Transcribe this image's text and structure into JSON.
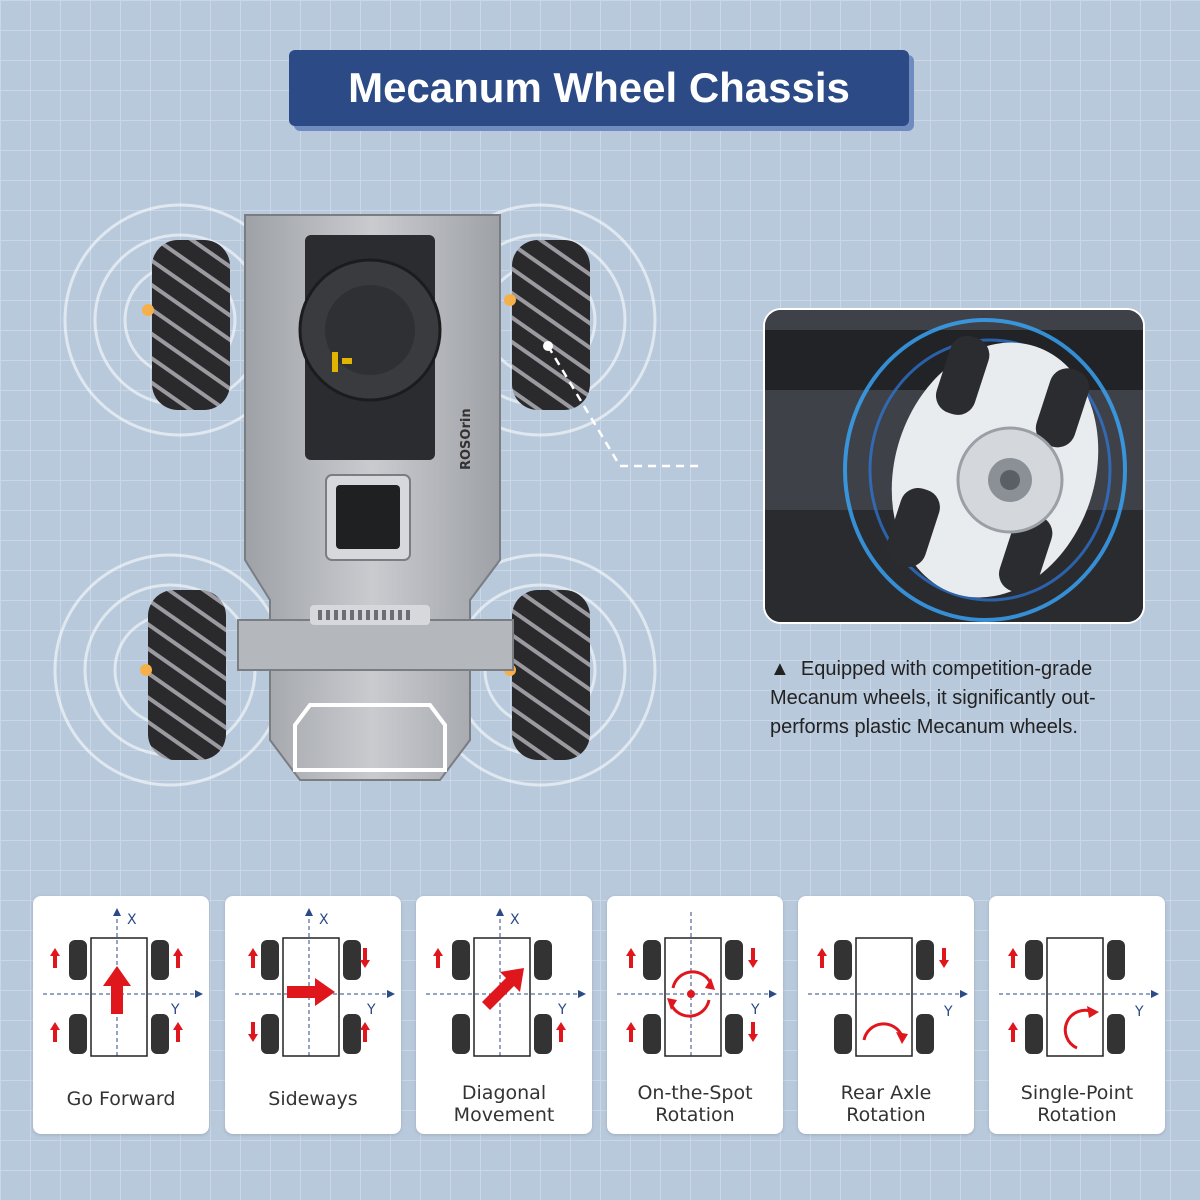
{
  "title": "Mecanum Wheel Chassis",
  "robot": {
    "brand_label": "ROSOrin"
  },
  "caption": {
    "bullet": "▲",
    "text": "Equipped with competition-grade Mecanum wheels, it significantly out-performs plastic Mecanum wheels."
  },
  "axes": {
    "x_label": "X",
    "y_label": "Y"
  },
  "colors": {
    "title_bg": "#2b4a86",
    "arrow": "#e0161d",
    "axis": "#2b4a86"
  },
  "cards": [
    {
      "line1": "Go Forward",
      "line2": ""
    },
    {
      "line1": "Sideways",
      "line2": ""
    },
    {
      "line1": "Diagonal",
      "line2": "Movement"
    },
    {
      "line1": "On-the-Spot",
      "line2": "Rotation"
    },
    {
      "line1": "Rear Axle",
      "line2": "Rotation"
    },
    {
      "line1": "Single-Point",
      "line2": "Rotation"
    }
  ]
}
